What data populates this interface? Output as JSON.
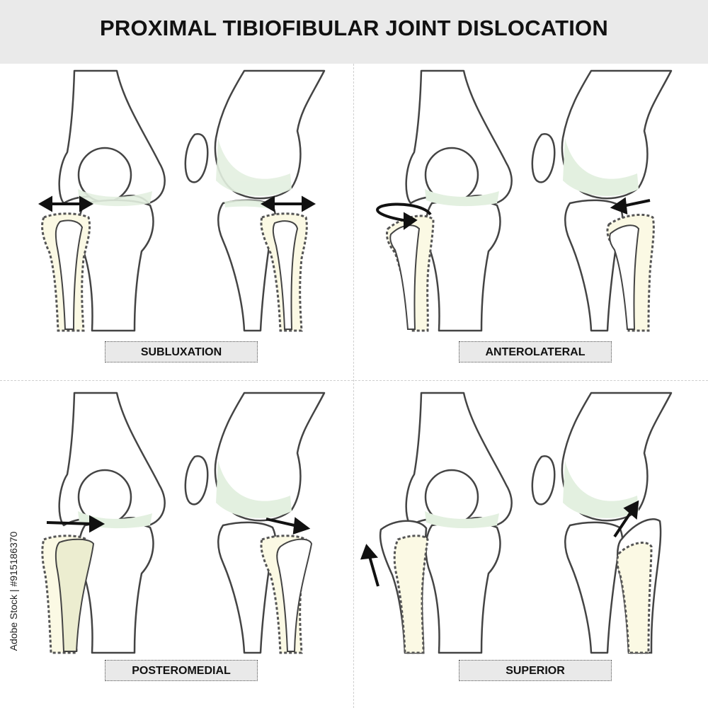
{
  "title": "PROXIMAL TIBIOFIBULAR JOINT DISLOCATION",
  "stock_id": "915186370",
  "side_text": "Adobe Stock | #915186370",
  "panels": [
    {
      "label": "SUBLUXATION"
    },
    {
      "label": "ANTEROLATERAL"
    },
    {
      "label": "POSTEROMEDIAL"
    },
    {
      "label": "SUPERIOR"
    }
  ],
  "colors": {
    "bone_fill": "#ffffff",
    "bone_stroke": "#444444",
    "cartilage": "#e3f0e0",
    "fibula_highlight": "#fbf9e4",
    "arrow": "#111111",
    "label_bg": "#e9e9e9",
    "title_bg": "#eaeaea"
  }
}
